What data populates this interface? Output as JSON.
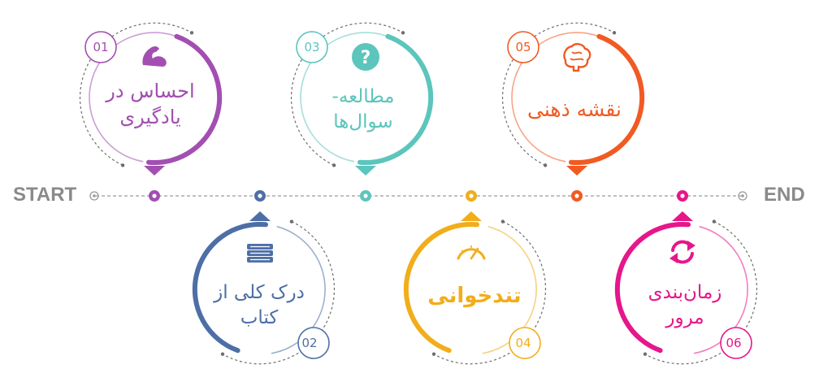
{
  "timeline": {
    "start_label": "START",
    "end_label": "END"
  },
  "steps": [
    {
      "number": "01",
      "title_lines": [
        "احساس در",
        "یادگیری"
      ],
      "color": "#a24fb1",
      "icon": "flexed-arm-icon"
    },
    {
      "number": "02",
      "title_lines": [
        "درک کلی از",
        "کتاب"
      ],
      "color": "#4d6fa6",
      "icon": "books-icon"
    },
    {
      "number": "03",
      "title_lines": [
        "مطالعه-",
        "سوال‌ها"
      ],
      "color": "#5cc5bc",
      "icon": "question-icon"
    },
    {
      "number": "04",
      "title_lines": [
        "تندخوانی"
      ],
      "color": "#f2ad1b",
      "icon": "speedometer-icon"
    },
    {
      "number": "05",
      "title_lines": [
        "نقشه ذهنی"
      ],
      "color": "#f15a22",
      "icon": "brain-icon"
    },
    {
      "number": "06",
      "title_lines": [
        "زمان‌بندی",
        "مرور"
      ],
      "color": "#e6168b",
      "icon": "refresh-icon"
    }
  ]
}
